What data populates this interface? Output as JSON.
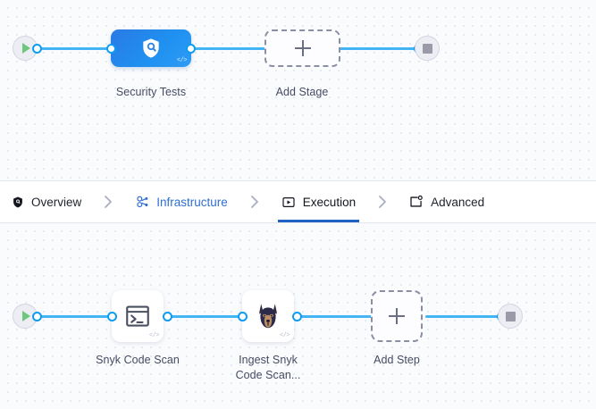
{
  "colors": {
    "canvas_bg": "#fafbfd",
    "grid_dot": "#dfe3ec",
    "wire": "#43b5f4",
    "port_ring": "#0e9cf0",
    "stage_node_blue": "#1f90f0",
    "active_tab_underline": "#1f62c4",
    "link_blue": "#2f6fd0",
    "caption_text": "#464b62",
    "dashed_border": "#8b8fa6",
    "play_green": "#6fc77f",
    "stop_gray": "#9a9aa8",
    "snyk_navy": "#2b2a4a"
  },
  "stage_graph": {
    "start_node": {
      "icon": "play-icon",
      "label": ""
    },
    "nodes": [
      {
        "id": "security-tests",
        "label": "Security Tests",
        "icon": "shield-search-icon",
        "badge": "code-badge",
        "type": "stage"
      },
      {
        "id": "add-stage",
        "label": "Add Stage",
        "icon": "plus-icon",
        "type": "add"
      }
    ],
    "end_node": {
      "icon": "stop-icon",
      "label": ""
    }
  },
  "tabs": [
    {
      "id": "overview",
      "label": "Overview",
      "icon": "shield-icon",
      "state": "default"
    },
    {
      "id": "infrastructure",
      "label": "Infrastructure",
      "icon": "cluster-nodes-icon",
      "state": "link"
    },
    {
      "id": "execution",
      "label": "Execution",
      "icon": "play-box-icon",
      "state": "active"
    },
    {
      "id": "advanced",
      "label": "Advanced",
      "icon": "card-gear-icon",
      "state": "default"
    }
  ],
  "tab_separator_icon": "chevron-right-icon",
  "step_graph": {
    "start_node": {
      "icon": "play-icon",
      "label": ""
    },
    "nodes": [
      {
        "id": "snyk-code-scan",
        "label": "Snyk Code Scan",
        "icon": "terminal-icon",
        "badge": "code-badge",
        "type": "step"
      },
      {
        "id": "ingest-snyk-code-scan",
        "label": "Ingest Snyk Code Scan...",
        "icon": "snyk-dog-icon",
        "badge": "code-badge",
        "type": "step"
      },
      {
        "id": "add-step",
        "label": "Add Step",
        "icon": "plus-icon",
        "type": "add"
      }
    ],
    "end_node": {
      "icon": "stop-icon",
      "label": ""
    }
  }
}
